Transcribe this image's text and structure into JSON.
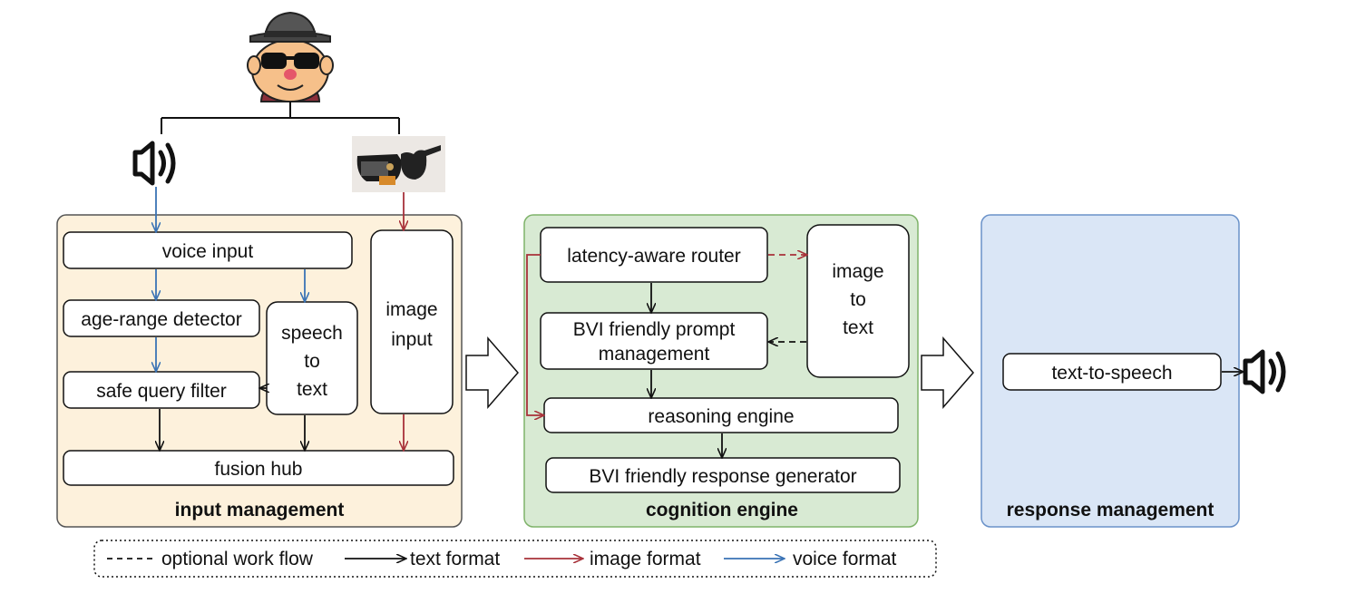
{
  "input_management": {
    "title": "input management",
    "voice_input": "voice input",
    "age_range_detector": "age-range detector",
    "safe_query_filter": "safe query filter",
    "speech_to_text": [
      "speech",
      "to",
      "text"
    ],
    "image_input": [
      "image",
      "input"
    ],
    "fusion_hub": "fusion hub"
  },
  "cognition_engine": {
    "title": "cognition engine",
    "latency_aware_router": "latency-aware router",
    "image_to_text": [
      "image",
      "to",
      "text"
    ],
    "prompt_management": [
      "BVI friendly prompt",
      "management"
    ],
    "reasoning_engine": "reasoning engine",
    "response_generator": "BVI friendly response generator"
  },
  "response_management": {
    "title": "response management",
    "text_to_speech": "text-to-speech"
  },
  "legend": {
    "optional": "optional work flow",
    "text": "text format",
    "image": "image format",
    "voice": "voice format"
  },
  "colors": {
    "text_arrow": "#111111",
    "image_arrow": "#a8323a",
    "voice_arrow": "#3a73b5",
    "input_bg": "#fdf1dc",
    "cognition_bg": "#d8ead3",
    "response_bg": "#dae6f6"
  },
  "icons": {
    "user": "user-spy-avatar-icon",
    "speaker_in": "speaker-icon",
    "glasses": "smart-glasses-camera-icon",
    "speaker_out": "speaker-icon"
  }
}
